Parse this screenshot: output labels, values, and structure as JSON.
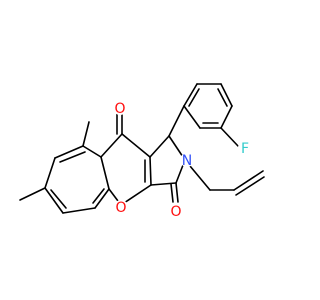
{
  "molecule": {
    "atoms": {
      "fluorine": "F",
      "nitrogen": "N",
      "ketone_oxygen": "O",
      "ring_oxygen": "O",
      "lactam_oxygen": "O"
    },
    "colors": {
      "fluorine": "#33CCCC",
      "nitrogen": "#3050F8",
      "oxygen": "#FF0D0D",
      "bond": "#000000",
      "background": "#FFFFFF"
    }
  }
}
